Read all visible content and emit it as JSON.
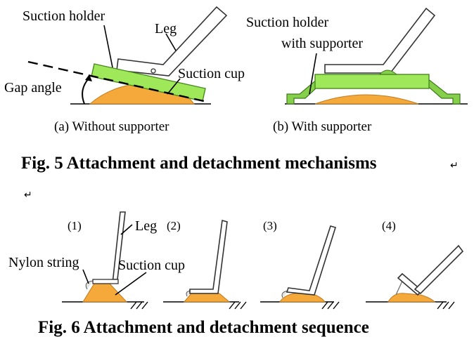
{
  "fig5": {
    "caption": "Fig. 5 Attachment and detachment mechanisms",
    "caption_mark": "↵",
    "panel_a": {
      "label_suction_holder": "Suction holder",
      "label_leg": "Leg",
      "label_suction_cup": "Suction cup",
      "label_gap_angle": "Gap angle",
      "subcaption": "(a) Without supporter"
    },
    "panel_b": {
      "label_holder_line1": "Suction holder",
      "label_holder_line2": "with supporter",
      "subcaption": "(b) With supporter"
    }
  },
  "stray_mark": "↵",
  "fig6": {
    "caption": "Fig. 6 Attachment and detachment sequence",
    "steps": [
      "(1)",
      "(2)",
      "(3)",
      "(4)"
    ],
    "label_leg": "Leg",
    "label_nylon_string": "Nylon string",
    "label_suction_cup": "Suction cup"
  },
  "colors": {
    "holder_green": "#9ee85a",
    "supporter_green": "#86cf4a",
    "cup_orange": "#f4a93a",
    "cup_light": "#f6c27a"
  }
}
